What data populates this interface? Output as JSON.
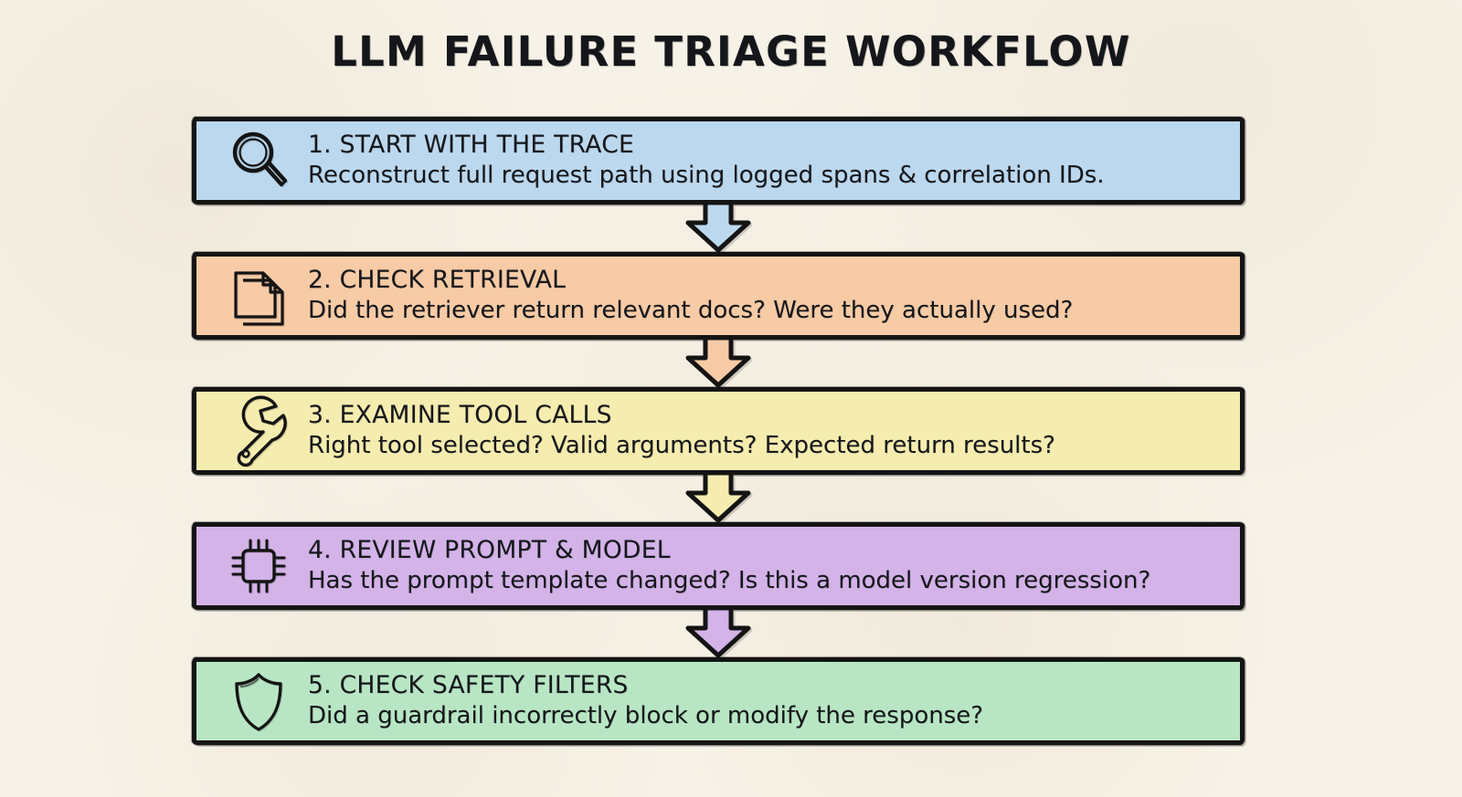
{
  "page": {
    "title": "LLM FAILURE TRIAGE WORKFLOW",
    "background_color": "#f7f2e7",
    "ink_color": "#141414"
  },
  "chart_data": {
    "type": "diagram",
    "subtype": "vertical-flowchart",
    "title": "LLM FAILURE TRIAGE WORKFLOW",
    "steps": [
      {
        "number": "1.",
        "title": "1. START WITH THE TRACE",
        "description": "Reconstruct full request path using logged spans & correlation IDs.",
        "icon": "magnifying-glass-icon",
        "color": "#bcd8ee"
      },
      {
        "number": "2.",
        "title": "2. CHECK RETRIEVAL",
        "description": "Did the retriever return relevant docs? Were they actually used?",
        "icon": "documents-icon",
        "color": "#f7cba6"
      },
      {
        "number": "3.",
        "title": "3. EXAMINE TOOL CALLS",
        "description": "Right tool selected? Valid arguments? Expected return results?",
        "icon": "wrench-icon",
        "color": "#f5ecb0"
      },
      {
        "number": "4.",
        "title": "4. REVIEW PROMPT & MODEL",
        "description": "Has the prompt template changed? Is this a model version regression?",
        "icon": "cpu-chip-icon",
        "color": "#d3b3e8"
      },
      {
        "number": "5.",
        "title": "5. CHECK SAFETY FILTERS",
        "description": "Did a guardrail incorrectly block or modify the response?",
        "icon": "shield-icon",
        "color": "#b8e6c4"
      }
    ],
    "connectors": [
      {
        "from": "1. START WITH THE TRACE",
        "to": "2. CHECK RETRIEVAL",
        "shape": "down-arrow",
        "color": "#bcd8ee"
      },
      {
        "from": "2. CHECK RETRIEVAL",
        "to": "3. EXAMINE TOOL CALLS",
        "shape": "down-arrow",
        "color": "#f7cba6"
      },
      {
        "from": "3. EXAMINE TOOL CALLS",
        "to": "4. REVIEW PROMPT & MODEL",
        "shape": "down-arrow",
        "color": "#f5ecb0"
      },
      {
        "from": "4. REVIEW PROMPT & MODEL",
        "to": "5. CHECK SAFETY FILTERS",
        "shape": "down-arrow",
        "color": "#d3b3e8"
      }
    ]
  }
}
